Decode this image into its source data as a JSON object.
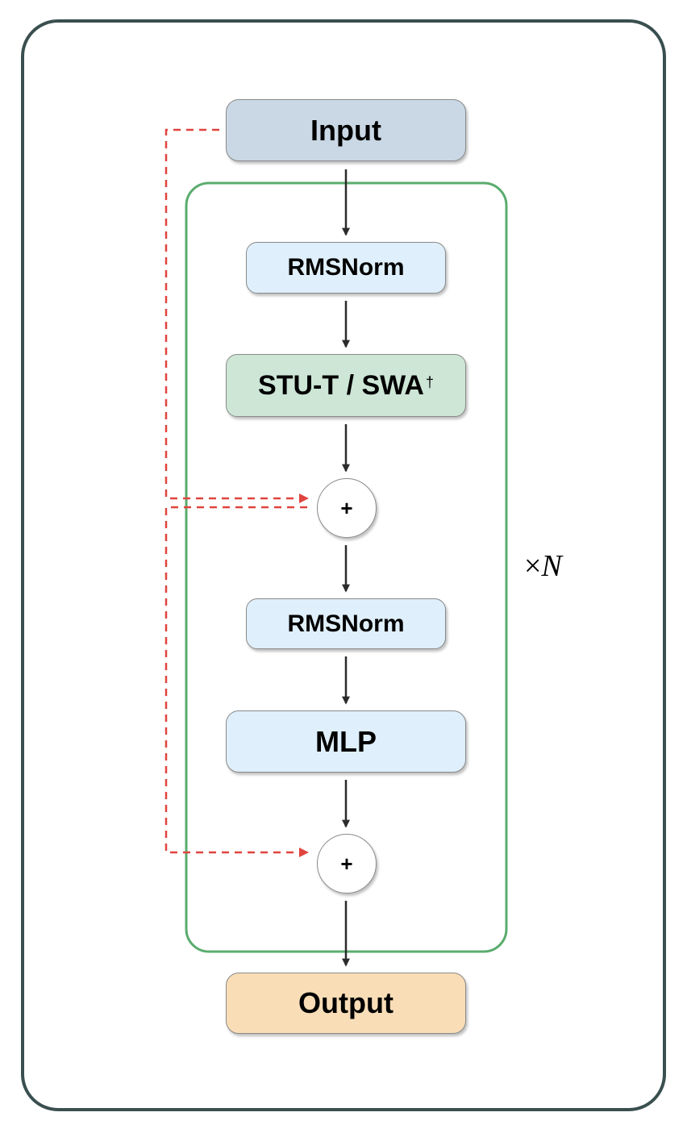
{
  "diagram": {
    "nodes": {
      "input": "Input",
      "norm1": "RMSNorm",
      "mixer": "STU-T / SWA",
      "mixer_sup": "†",
      "add1": "+",
      "norm2": "RMSNorm",
      "mlp": "MLP",
      "add2": "+",
      "output": "Output"
    },
    "repeat": {
      "times": "×",
      "n": "N"
    },
    "edges": [
      {
        "from": "input",
        "to": "norm1",
        "style": "solid"
      },
      {
        "from": "norm1",
        "to": "mixer",
        "style": "solid"
      },
      {
        "from": "mixer",
        "to": "add1",
        "style": "solid"
      },
      {
        "from": "add1",
        "to": "norm2",
        "style": "solid"
      },
      {
        "from": "norm2",
        "to": "mlp",
        "style": "solid"
      },
      {
        "from": "mlp",
        "to": "add2",
        "style": "solid"
      },
      {
        "from": "add2",
        "to": "output",
        "style": "solid"
      },
      {
        "from": "input",
        "to": "add1",
        "style": "dashed-residual"
      },
      {
        "from": "add1",
        "to": "add2",
        "style": "dashed-residual"
      }
    ],
    "colors": {
      "frame": "#3a4f4f",
      "block_outline": "#5aac6e",
      "residual": "#e0443e",
      "arrow": "#2b2b2b",
      "input_fill": "#cad8e5",
      "norm_fill": "#dfeffb",
      "mixer_fill": "#cde6d6",
      "output_fill": "#f9ddb7"
    }
  }
}
